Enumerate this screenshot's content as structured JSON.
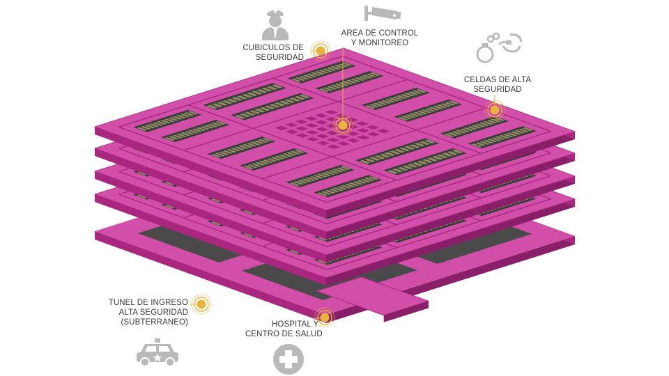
{
  "colors": {
    "slab_top": "#d24fa9",
    "slab_side": "#a9277f",
    "slab_dark": "#8a1f69",
    "cell": "#3b3b3b",
    "cell_hi": "#8e8c63",
    "marker": "#e8b33a",
    "line": "#e8b33a",
    "icon": "#b9b9b9",
    "text": "#3a3a3a"
  },
  "labels": {
    "cubiculos": [
      "CUBICULOS DE",
      "SEGURIDAD"
    ],
    "control": [
      "AREA DE CONTROL",
      "Y MONITOREO"
    ],
    "celdas": [
      "CELDAS DE ALTA",
      "SEGURIDAD"
    ],
    "tunel": [
      "TUNEL DE INGRESO",
      "ALTA SEGURIDAD",
      "(SUBTERRANEO)"
    ],
    "hospital": [
      "HOSPITAL Y",
      "CENTRO DE SALUD"
    ]
  },
  "icons": {
    "cubiculos": "security-guard-icon",
    "control": "cctv-camera-icon",
    "celdas": "handcuffs-icon",
    "tunel": "police-car-icon",
    "hospital": "medical-cross-icon"
  }
}
